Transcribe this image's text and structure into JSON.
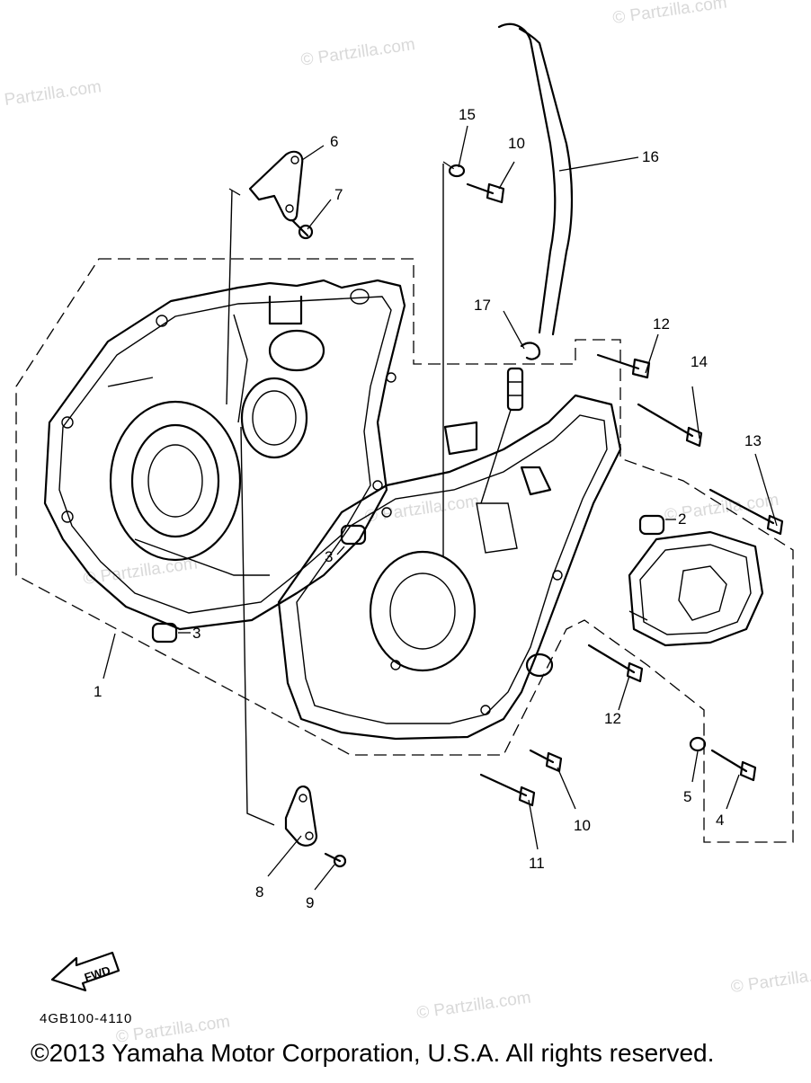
{
  "watermark": "© Partzilla.com",
  "diagram_code": "4GB100-4110",
  "fwd_label": "FWD",
  "copyright": "©2013  Yamaha Motor Corporation, U.S.A. All rights reserved.",
  "callouts": {
    "c1": "1",
    "c2": "2",
    "c3a": "3",
    "c3b": "3",
    "c4": "4",
    "c5": "5",
    "c6": "6",
    "c7": "7",
    "c8": "8",
    "c9": "9",
    "c10a": "10",
    "c10b": "10",
    "c11": "11",
    "c12a": "12",
    "c12b": "12",
    "c13": "13",
    "c14": "14",
    "c15": "15",
    "c16": "16",
    "c17": "17"
  }
}
